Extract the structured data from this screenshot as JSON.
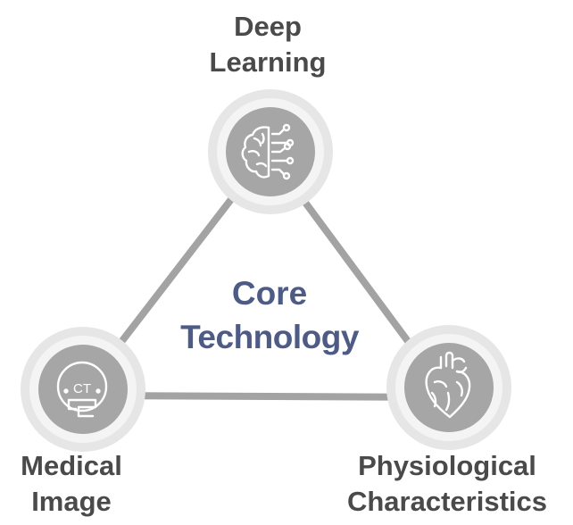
{
  "center": {
    "line1": "Core",
    "line2": "Technology"
  },
  "nodes": {
    "deep_learning": {
      "line1": "Deep",
      "line2": "Learning",
      "icon": "brain-circuit-icon"
    },
    "medical_image": {
      "line1": "Medical",
      "line2": "Image",
      "icon": "ct-scanner-icon",
      "icon_text": "CT"
    },
    "physiological": {
      "line1": "Physiological",
      "line2": "Characteristics",
      "icon": "heart-icon"
    }
  },
  "colors": {
    "edge": "#a3a3a3",
    "ring_outer": "#e6e6e6",
    "ring_inner": "#f4f4f4",
    "node_fill": "#a6a6a6",
    "label": "#4a4a4a",
    "center_text": "#4d5b85"
  }
}
